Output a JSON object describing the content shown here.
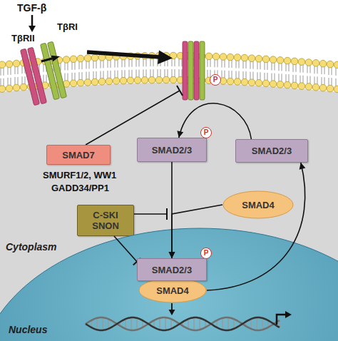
{
  "diagram": {
    "nodes": [
      {
        "text": [
          "SMAD7"
        ]
      },
      {
        "text": [
          "SMAD2/3"
        ]
      },
      {
        "text": [
          "SMAD2/3"
        ]
      },
      {
        "text": [
          "SMAD4"
        ]
      },
      {
        "text": [
          "C-SKI SNON"
        ]
      },
      {
        "text": [
          "Nucleus"
        ]
      },
      {
        "text": [
          "SMAD2/3"
        ],
        "in": 5
      },
      {
        "text": [
          "SMAD4"
        ],
        "in": 5
      }
    ],
    "edges": [
      {
        "from": 2,
        "to": 1,
        "arrow": "to"
      },
      {
        "from": 1,
        "to": 6,
        "arrow": "to"
      },
      {
        "from": 3,
        "to": 6,
        "arrow": "to"
      },
      {
        "from": 4,
        "to": 6,
        "arrow": "to"
      },
      {
        "from": 7,
        "to": 2,
        "arrow": "to"
      }
    ],
    "labels": [
      "TGF-β",
      "TβRII",
      "TβRI",
      "P",
      "P",
      "P",
      "SMURF1/2, WW1",
      "GADD34/PP1",
      "Cytoplasm"
    ]
  }
}
